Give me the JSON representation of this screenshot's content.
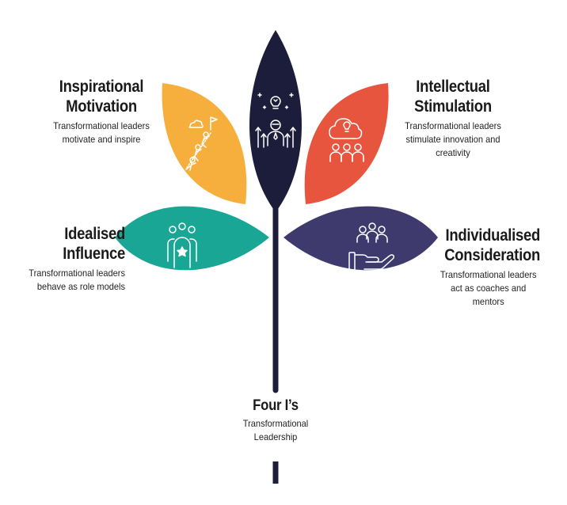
{
  "center": {
    "title": "Four I’s",
    "subtitle_line1": "Transformational",
    "subtitle_line2": "Leadership"
  },
  "petals": {
    "inspirational": {
      "title_line1": "Inspirational",
      "title_line2": "Motivation",
      "desc_line1": "Transformational leaders",
      "desc_line2": "motivate and inspire",
      "color": "#F6AE3C",
      "icon": "climbing-team-icon"
    },
    "intellectual": {
      "title_line1": "Intellectual",
      "title_line2": "Stimulation",
      "desc_line1": "Transformational leaders",
      "desc_line2": "stimulate innovation and",
      "desc_line3": "creativity",
      "color": "#E8553E",
      "icon": "brainstorm-group-icon"
    },
    "idealised": {
      "title_line1": "Idealised",
      "title_line2": "Influence",
      "desc_line1": "Transformational leaders",
      "desc_line2": "behave as role models",
      "color": "#1AA694",
      "icon": "team-star-icon"
    },
    "individualised": {
      "title_line1": "Individualised",
      "title_line2": "Consideration",
      "desc_line1": "Transformational leaders",
      "desc_line2": "act as coaches and",
      "desc_line3": "mentors",
      "color": "#3F3A6E",
      "icon": "hand-people-icon"
    },
    "top": {
      "color": "#1C1D3A",
      "icon": "leader-idea-icon"
    }
  }
}
